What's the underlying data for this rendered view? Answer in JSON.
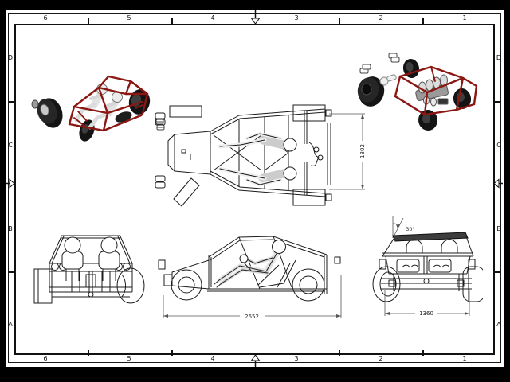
{
  "sheet": {
    "colors": {
      "background": "#000000",
      "paper": "#ffffff",
      "line": "#1c1c1c",
      "frame_red": "#8a1712",
      "tire_black": "#141414",
      "mannequin_grey": "#e2e2e2"
    }
  },
  "border": {
    "top_numbers": [
      "6",
      "5",
      "4",
      "3",
      "2",
      "1"
    ],
    "bottom_numbers": [
      "6",
      "5",
      "4",
      "3",
      "2",
      "1"
    ],
    "left_letters": [
      "D",
      "C",
      "B",
      "A"
    ],
    "right_letters": [
      "D",
      "C",
      "B",
      "A"
    ]
  },
  "dimensions": {
    "top_view_width": "1302",
    "side_view_length": "2652",
    "rear_view_width": "1360",
    "rear_bar_angle": "30°"
  }
}
